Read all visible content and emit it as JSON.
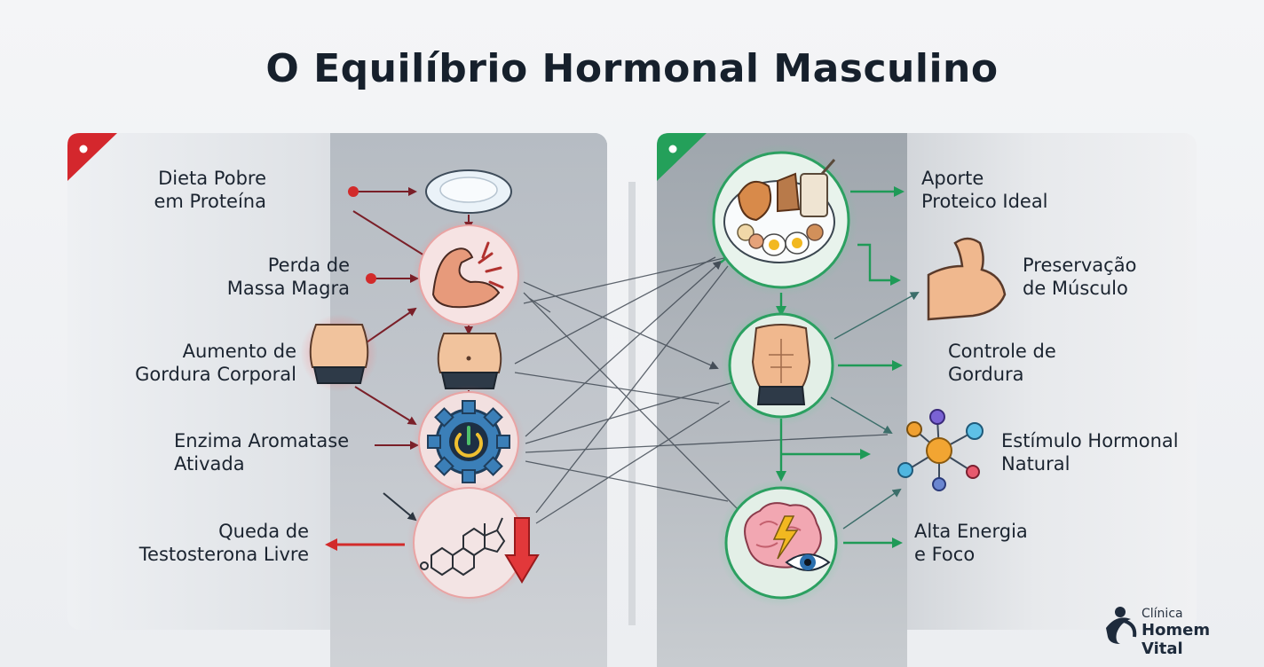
{
  "title": "O Equilíbrio Hormonal Masculino",
  "left_labels": [
    {
      "name": "dieta-pobre",
      "text": "Dieta Pobre\nem Proteína"
    },
    {
      "name": "perda-massa",
      "text": "Perda de\nMassa Magra"
    },
    {
      "name": "aumento-gordura",
      "text": "Aumento de\nGordura Corporal"
    },
    {
      "name": "enzima-aromatase",
      "text": "Enzima Aromatase\nAtivada"
    },
    {
      "name": "queda-testosterona",
      "text": "Queda de\nTestosterona Livre"
    }
  ],
  "right_labels": [
    {
      "name": "aporte-proteico",
      "text": "Aporte\nProteico Ideal"
    },
    {
      "name": "preservacao-musculo",
      "text": "Preservação\nde Músculo"
    },
    {
      "name": "controle-gordura",
      "text": "Controle de\nGordura"
    },
    {
      "name": "estimulo-hormonal",
      "text": "Estímulo Hormonal\nNatural"
    },
    {
      "name": "alta-energia",
      "text": "Alta Energia\ne Foco"
    }
  ],
  "brand": {
    "line1": "Clínica",
    "line2": "Homem Vital"
  },
  "colors": {
    "negative": "#d22b2b",
    "positive": "#1f9a57",
    "title": "#16202c"
  },
  "icons": {
    "left": [
      "plate-icon",
      "muscle-damage-icon",
      "belly-icon",
      "power-gear-icon",
      "steroid-molecule-icon"
    ],
    "right": [
      "food-plate-icon",
      "torso-icon",
      "brain-eye-icon",
      "flexed-arm-icon",
      "hormone-network-icon"
    ]
  }
}
